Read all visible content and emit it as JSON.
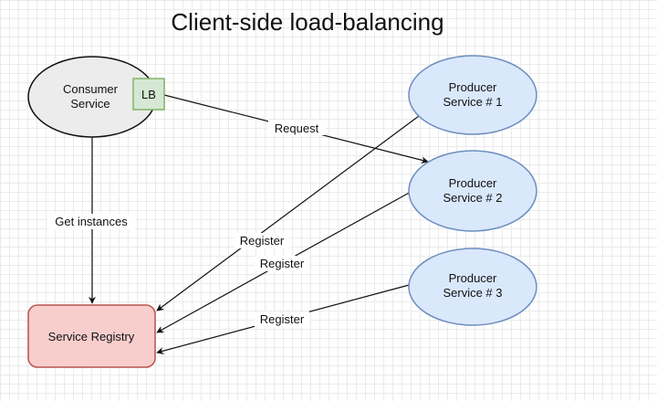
{
  "title": "Client-side load-balancing",
  "colors": {
    "consumer_fill": "#ececec",
    "consumer_stroke": "#111111",
    "lb_fill": "#d5e8d4",
    "lb_stroke": "#82b366",
    "producer_fill": "#dae8fc",
    "producer_stroke": "#6c8ebf",
    "registry_fill": "#f8cecc",
    "registry_stroke": "#b85450",
    "edge": "#111111"
  },
  "nodes": {
    "consumer": {
      "line1": "Consumer",
      "line2": "Service"
    },
    "lb": {
      "label": "LB"
    },
    "producer1": {
      "line1": "Producer",
      "line2": "Service # 1"
    },
    "producer2": {
      "line1": "Producer",
      "line2": "Service # 2"
    },
    "producer3": {
      "line1": "Producer",
      "line2": "Service # 3"
    },
    "registry": {
      "label": "Service Registry"
    }
  },
  "edges": {
    "request": "Request",
    "get_instances": "Get instances",
    "register1": "Register",
    "register2": "Register",
    "register3": "Register"
  }
}
